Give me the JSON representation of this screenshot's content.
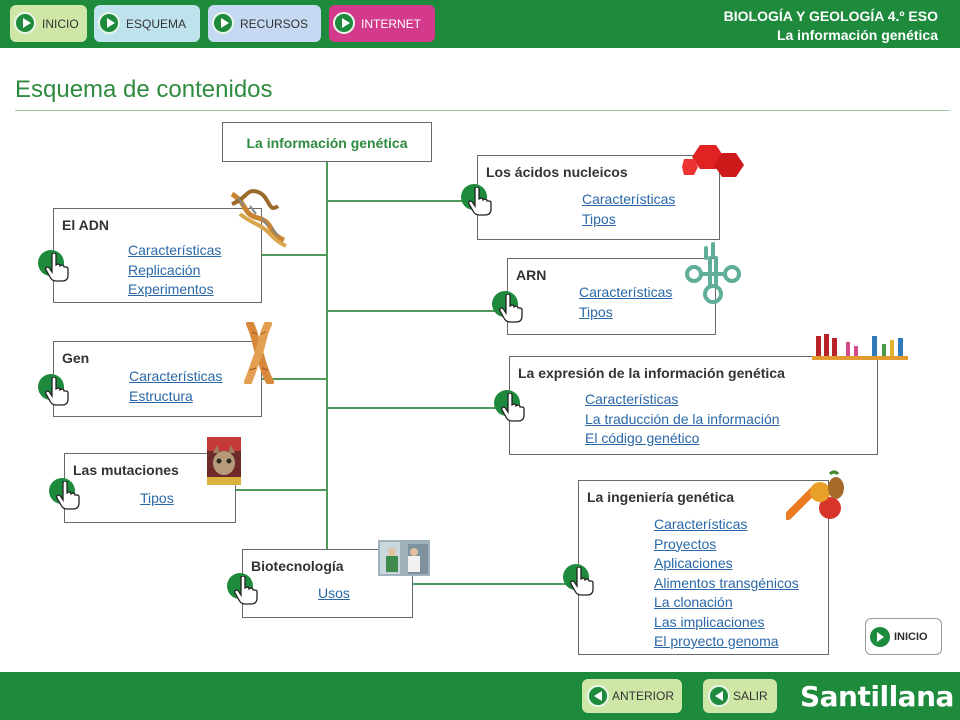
{
  "nav": {
    "inicio": "INICIO",
    "esquema": "ESQUEMA",
    "recursos": "RECURSOS",
    "internet": "INTERNET"
  },
  "header": {
    "subject": "BIOLOGÍA Y GEOLOGÍA 4.º ESO",
    "unit": "La información genética"
  },
  "page_title": "Esquema de contenidos",
  "root": "La información genética",
  "adn": {
    "title": "El ADN",
    "links": [
      "Características",
      "Replicación",
      "Experimentos"
    ]
  },
  "gen": {
    "title": "Gen",
    "links": [
      "Características",
      "Estructura"
    ]
  },
  "mutaciones": {
    "title": "Las mutaciones",
    "links": [
      "Tipos"
    ]
  },
  "biotecnologia": {
    "title": "Biotecnología",
    "links": [
      "Usos"
    ]
  },
  "acidos": {
    "title": "Los ácidos nucleicos",
    "links": [
      "Características",
      "Tipos"
    ]
  },
  "arn": {
    "title": "ARN",
    "links": [
      "Características",
      "Tipos"
    ]
  },
  "expresion": {
    "title": "La expresión de la información genética",
    "links": [
      "Características",
      "La traducción de la información",
      "El código genético"
    ]
  },
  "ingenieria": {
    "title": "La ingeniería genética",
    "links": [
      "Características",
      "Proyectos",
      "Aplicaciones",
      "Alimentos transgénicos",
      "La clonación",
      "Las implicaciones",
      "El proyecto genoma"
    ]
  },
  "inicio_small": "INICIO",
  "footer": {
    "anterior": "ANTERIOR",
    "salir": "SALIR",
    "logo": "Santillana"
  },
  "colors": {
    "brand_green": "#1d8a3c",
    "link": "#2a68a8",
    "internet_pink": "#d43a8c"
  },
  "icons": {
    "box_button": "hand-pointer-icon",
    "nav": "play-arrow-icon"
  }
}
